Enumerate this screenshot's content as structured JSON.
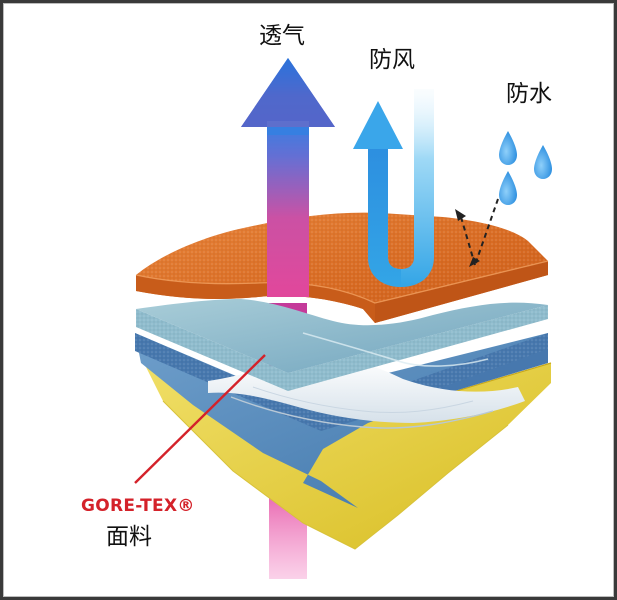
{
  "labels": {
    "breathable": "透气",
    "windproof": "防风",
    "waterproof": "防水"
  },
  "callout": {
    "brand": "GORE-TEX®",
    "material": "面料"
  },
  "colors": {
    "breathable_arrow": "#d4328f",
    "breathable_arrow_head": "#2f6fd6",
    "wind_arrow": "#45b4ec",
    "water_drop": "#2f8fe0",
    "outer_layer": "#d8722a",
    "membrane_layer": "#f2f5f7",
    "inner_layer": "#4f8bc0",
    "lining_layer": "#e8d23a",
    "callout_line": "#d4222a"
  }
}
